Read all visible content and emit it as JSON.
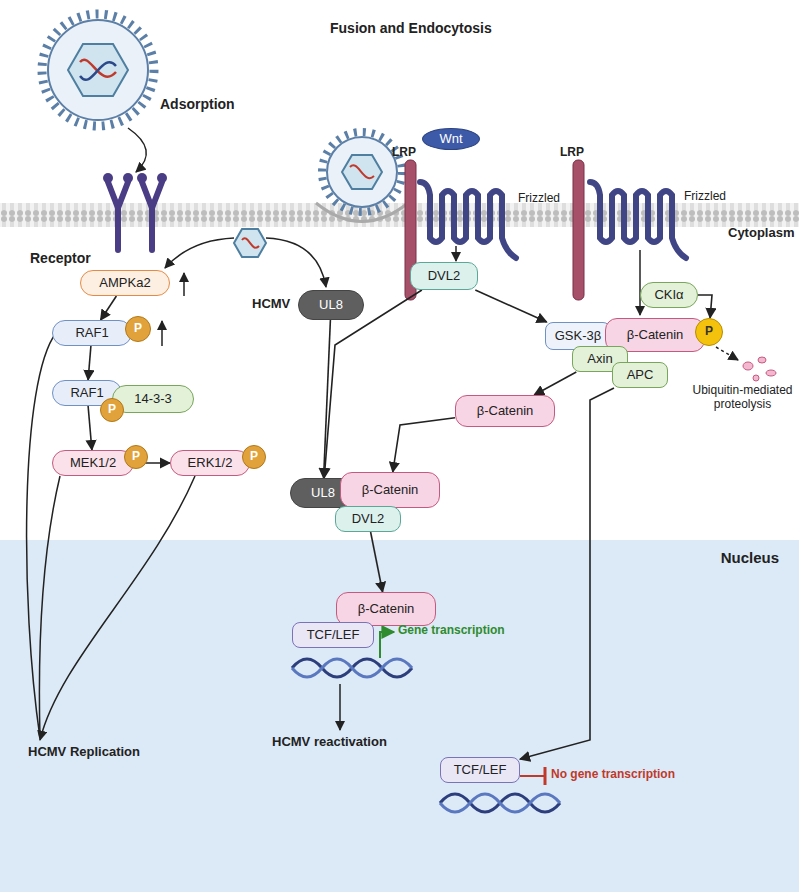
{
  "diagram": {
    "nodes": [
      {
        "text": [
          "Wnt"
        ]
      },
      {
        "text": [
          "DVL2"
        ]
      },
      {
        "text": [
          "UL8"
        ]
      },
      {
        "text": [
          "AMPKa2"
        ]
      },
      {
        "text": [
          "RAF1"
        ]
      },
      {
        "text": [
          "P"
        ]
      },
      {
        "text": [
          "RAF1"
        ]
      },
      {
        "text": [
          "14-3-3"
        ]
      },
      {
        "text": [
          "P"
        ]
      },
      {
        "text": [
          "MEK1/2"
        ]
      },
      {
        "text": [
          "P"
        ]
      },
      {
        "text": [
          "ERK1/2"
        ]
      },
      {
        "text": [
          "P"
        ]
      },
      {
        "text": [
          "CKIα"
        ]
      },
      {
        "text": [
          "GSK-3β"
        ]
      },
      {
        "text": [
          "β-Catenin"
        ]
      },
      {
        "text": [
          "P"
        ]
      },
      {
        "text": [
          "Axin"
        ]
      },
      {
        "text": [
          "APC"
        ]
      },
      {
        "text": [
          "β-Catenin"
        ]
      },
      {
        "text": [
          "UL8"
        ]
      },
      {
        "text": [
          "β-Catenin"
        ]
      },
      {
        "text": [
          "DVL2"
        ]
      },
      {
        "text": [
          "Nucleus"
        ]
      },
      {
        "text": [
          "β-Catenin"
        ],
        "in": 23
      },
      {
        "text": [
          "TCF/LEF"
        ],
        "in": 23
      },
      {
        "text": [
          "TCF/LEF"
        ],
        "in": 23
      }
    ],
    "edges": [
      {
        "from": 3,
        "to": 4,
        "arrow": "to"
      },
      {
        "from": 4,
        "to": 6,
        "arrow": "to"
      },
      {
        "from": 6,
        "to": 9,
        "arrow": "to"
      },
      {
        "from": 9,
        "to": 11,
        "arrow": "to"
      },
      {
        "from": 1,
        "to": 14,
        "arrow": "to"
      },
      {
        "from": 1,
        "to": 20,
        "arrow": "to"
      },
      {
        "from": 19,
        "to": 21,
        "arrow": "to"
      },
      {
        "from": 2,
        "to": 20,
        "arrow": "to"
      },
      {
        "from": 17,
        "to": 19,
        "arrow": "to"
      },
      {
        "from": 13,
        "to": 16,
        "arrow": "to"
      },
      {
        "from": 18,
        "to": 26,
        "arrow": "to"
      },
      {
        "from": 22,
        "to": 24,
        "arrow": "to"
      }
    ],
    "labels": [
      "Adsorption",
      "Fusion and Endocytosis",
      "Receptor",
      "LRP",
      "Frizzled",
      "LRP",
      "Frizzled",
      "Cytoplasm",
      "HCMV",
      "Ubiquitin-mediated proteolysis",
      "Gene transcription",
      "HCMV reactivation",
      "No gene transcription",
      "HCMV Replication"
    ]
  }
}
